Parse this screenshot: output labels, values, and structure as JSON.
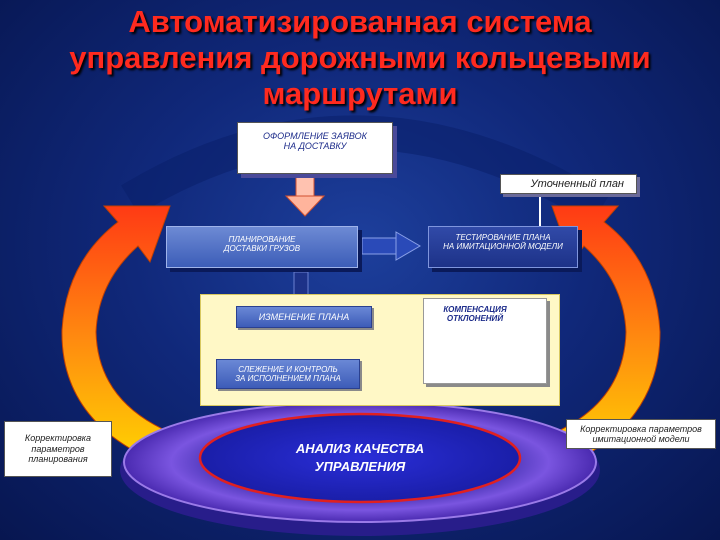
{
  "title": {
    "line1": "Автоматизированная система",
    "line2": "управления дорожными кольцевыми",
    "line3": "маршрутами"
  },
  "boxes": {
    "order": {
      "line1": "ОФОРМЛЕНИЕ ЗАЯВОК",
      "line2": "НА ДОСТАВКУ"
    },
    "refined_plan": "Уточненный план",
    "planning": {
      "line1": "ПЛАНИРОВАНИЕ",
      "line2": "ДОСТАВКИ ГРУЗОВ"
    },
    "testing": {
      "line1": "ТЕСТИРОВАНИЕ ПЛАНА",
      "line2": "НА ИМИТАЦИОННОЙ МОДЕЛИ"
    },
    "plan_change": "ИЗМЕНЕНИЕ ПЛАНА",
    "compensation": {
      "line1": "КОМПЕНСАЦИЯ",
      "line2": "ОТКЛОНЕНИЙ"
    },
    "tracking": {
      "line1": "СЛЕЖЕНИЕ И КОНТРОЛЬ",
      "line2": "ЗА ИСПОЛНЕНИЕМ ПЛАНА"
    },
    "correction_left": {
      "line1": "Корректировка",
      "line2": "параметров",
      "line3": "планирования"
    },
    "correction_right": {
      "line1": "Корректировка параметров",
      "line2": "имитационной модели"
    },
    "analysis": {
      "line1": "АНАЛИЗ КАЧЕСТВА",
      "line2": "УПРАВЛЕНИЯ"
    }
  },
  "colors": {
    "title": "#ff2a1f",
    "background": "#10287a",
    "ring": "#6a3fd0",
    "arrow_outer": "#ffd400",
    "arrow_inner": "#ff4a1a"
  },
  "icons": [
    "arrow-down-icon",
    "arrow-right-icon",
    "arrow-left-icon",
    "cycle-arrow-icon",
    "operator-photo-icon"
  ]
}
